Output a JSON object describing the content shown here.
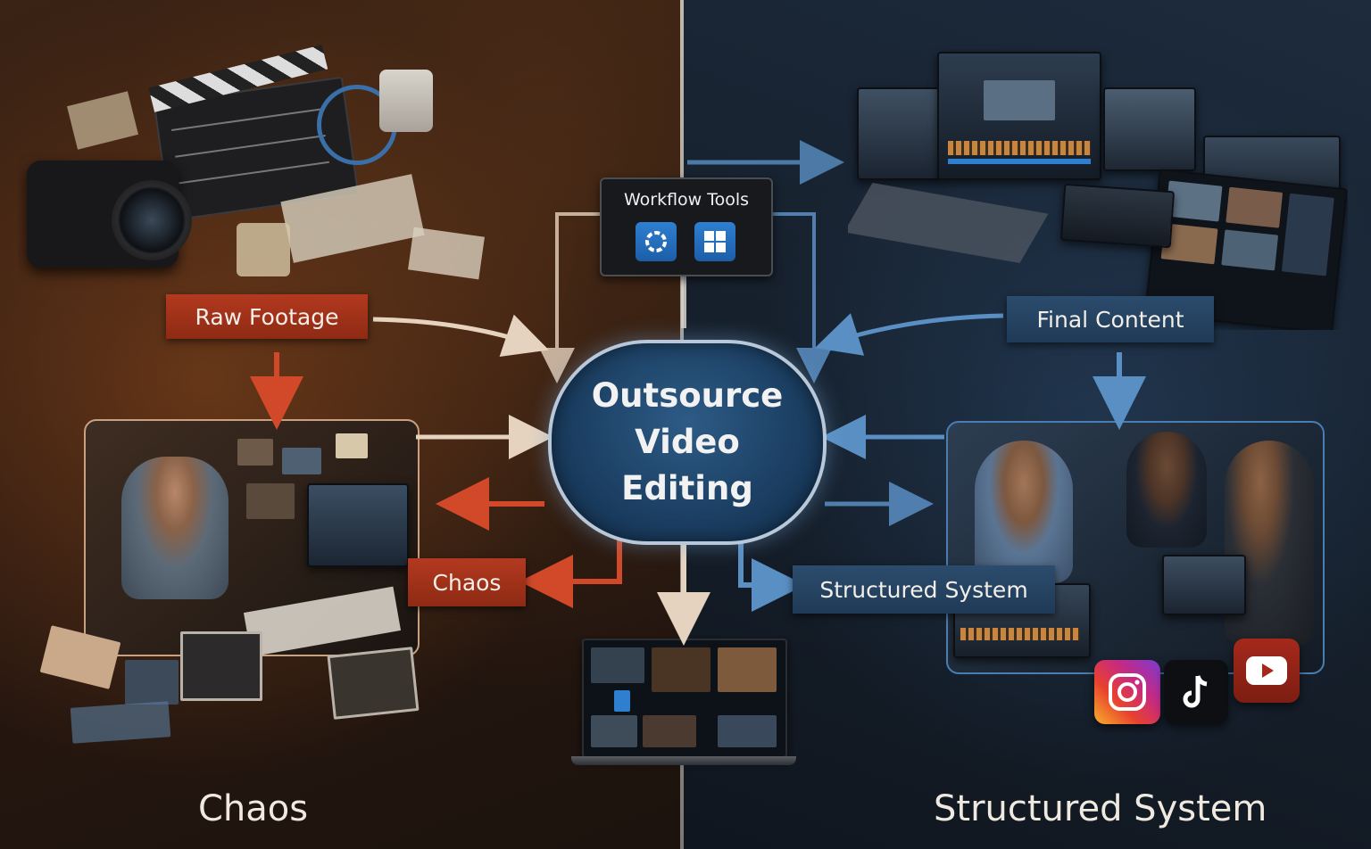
{
  "labels": {
    "raw_footage": "Raw Footage",
    "chaos_tag": "Chaos",
    "final_content": "Final Content",
    "structured_tag": "Structured System",
    "workflow_tools": "Workflow Tools",
    "center_line1": "Outsource",
    "center_line2": "Video",
    "center_line3": "Editing",
    "footer_left": "Chaos",
    "footer_right": "Structured System"
  },
  "colors": {
    "chaos_accent": "#b3391f",
    "system_accent": "#2c4c6d",
    "hub_fill": "#1b3e61",
    "arrow_red": "#d2492a",
    "arrow_blue": "#5a8fc4",
    "arrow_cream": "#e6d3bf"
  },
  "icons": [
    "clapperboard-icon",
    "camera-icon",
    "workflow-tool-icon",
    "windows-icon",
    "instagram-icon",
    "tiktok-icon",
    "youtube-icon"
  ]
}
